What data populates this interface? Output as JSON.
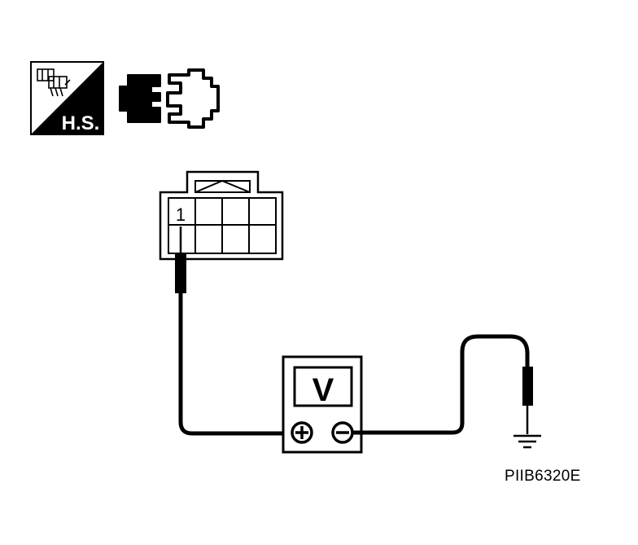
{
  "badge": {
    "label": "H.S."
  },
  "connector": {
    "terminal_label": "1"
  },
  "meter": {
    "symbol": "V",
    "positive_icon": "plus-icon",
    "negative_icon": "minus-icon"
  },
  "ground_icon": "ground-icon",
  "reference_code": "PIIB6320E",
  "colors": {
    "ink": "#000000",
    "paper": "#ffffff"
  }
}
